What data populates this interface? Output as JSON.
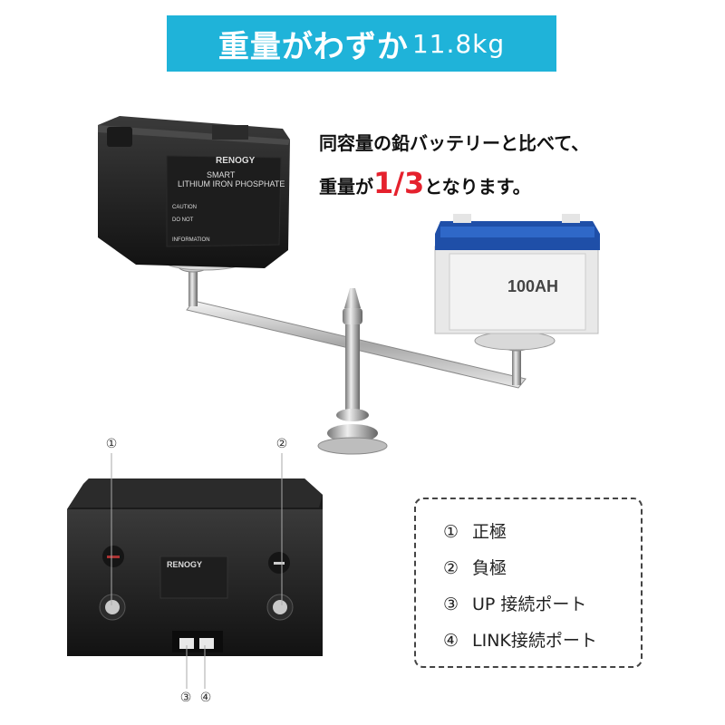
{
  "title": {
    "main": "重量がわずか",
    "weight": "11.8kg"
  },
  "compare": {
    "line1": "同容量の鉛バッテリーと比べて、",
    "line2_prefix": "重量が",
    "line2_ratio": "1/3",
    "line2_suffix": "となります。"
  },
  "lithium_battery": {
    "brand": "RENOGY",
    "line1": "SMART",
    "line2": "LITHIUM IRON PHOSPHATE",
    "caution": "CAUTION",
    "do_not": "DO NOT",
    "information": "INFORMATION"
  },
  "lead_battery": {
    "label": "100AH"
  },
  "front_view": {
    "brand": "RENOGY"
  },
  "callouts": [
    "①",
    "②",
    "③",
    "④"
  ],
  "legend": [
    {
      "num": "①",
      "label": "正極"
    },
    {
      "num": "②",
      "label": "負極"
    },
    {
      "num": "③",
      "label": "UP 接続ポート"
    },
    {
      "num": "④",
      "label": "LINK接続ポート"
    }
  ],
  "colors": {
    "banner": "#1fb3d9",
    "accent_red": "#e5212d",
    "lead_blue": "#1f4fa8"
  }
}
